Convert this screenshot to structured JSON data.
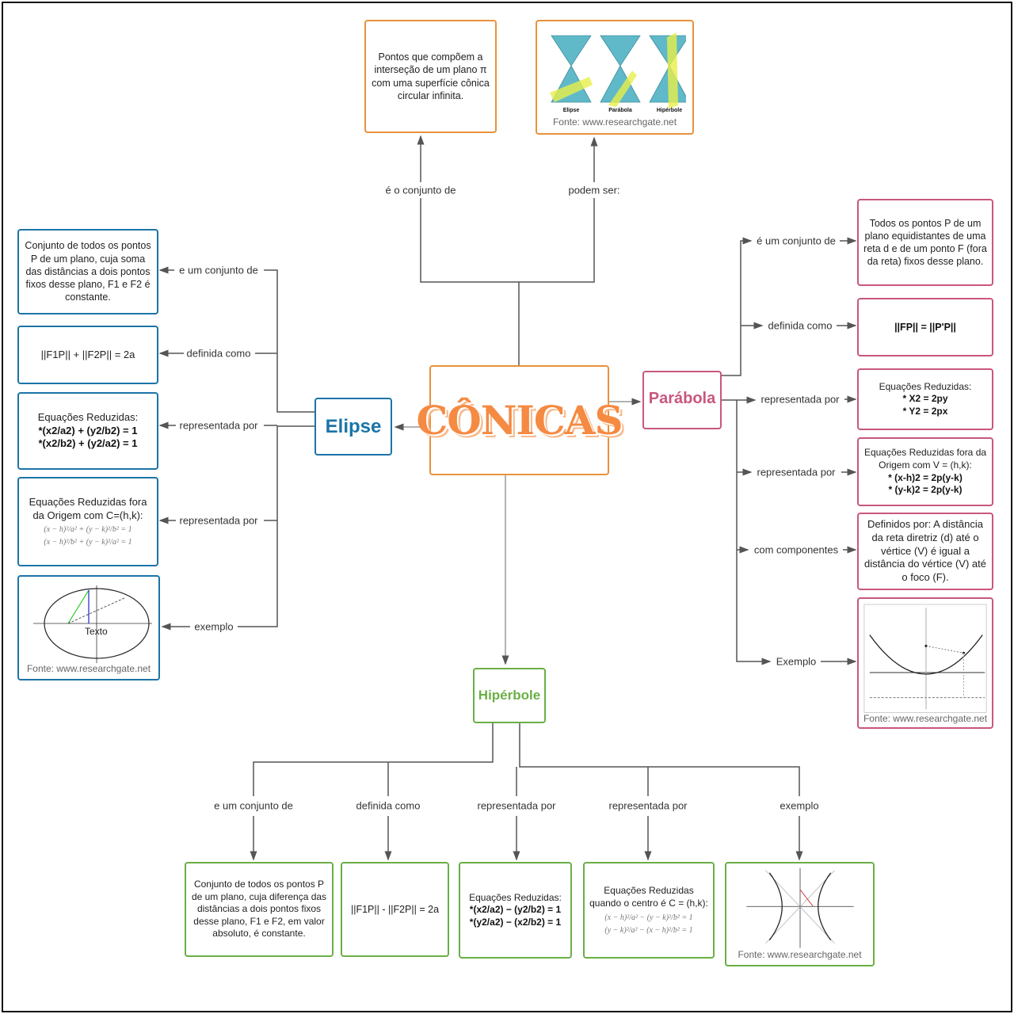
{
  "center": {
    "title": "CÔNICAS",
    "color": "#f58a42"
  },
  "top": {
    "label_left": "é o conjunto de",
    "label_right": "podem ser:",
    "definition": "Pontos que compõem a interseção de um plano π com uma superfície cônica circular infinita.",
    "image_captions": [
      "Elipse",
      "Parábola",
      "Hipérbole"
    ],
    "source": "Fonte: www.researchgate.net"
  },
  "elipse": {
    "title": "Elipse",
    "color": "#1b74a8",
    "labels": [
      "e um conjunto de",
      "definida como",
      "representada por",
      "representada por",
      "exemplo"
    ],
    "definition": "Conjunto de todos os pontos P de um plano, cuja soma das distâncias a dois pontos fixos desse plano, F1 e F2 é constante.",
    "formula": "||F1P|| + ||F2P|| = 2a",
    "eq_title": "Equações Reduzidas:",
    "eq": [
      "*(x2/a2) + (y2/b2) = 1",
      "*(x2/b2) + (y2/a2) = 1"
    ],
    "eq_off_title": "Equações Reduzidas fora da Origem com C=(h,k):",
    "eq_off": [
      "(x − h)²/a² + (y − k)²/b² = 1",
      "(x − h)²/b² + (y − k)²/a² = 1"
    ],
    "example_text": "Texto",
    "source": "Fonte: www.researchgate.net"
  },
  "parabola": {
    "title": "Parábola",
    "color": "#c9567f",
    "labels": [
      "é um conjunto de",
      "definida como",
      "representada por",
      "representada por",
      "com componentes",
      "Exemplo"
    ],
    "definition": "Todos os pontos P de um plano equidistantes de uma reta d e de um ponto F (fora da reta) fixos desse plano.",
    "formula": "||FP|| = ||P'P||",
    "eq_title": "Equações Reduzidas:",
    "eq": [
      "* X2 = 2py",
      "* Y2 = 2px"
    ],
    "eq_off_title": "Equações Reduzidas fora da Origem com V = (h,k):",
    "eq_off": [
      "* (x-h)2 = 2p(y-k)",
      "* (y-k)2 = 2p(y-k)"
    ],
    "components": "Definidos por: A distância da reta diretriz (d) até o vértice (V) é igual a distância do vértice (V) até o foco (F).",
    "source": "Fonte: www.researchgate.net"
  },
  "hiperbole": {
    "title": "Hipérbole",
    "color": "#6aaf45",
    "labels": [
      "e um conjunto de",
      "definida como",
      "representada por",
      "representada por",
      "exemplo"
    ],
    "definition": "Conjunto de todos os pontos P de um plano, cuja diferença das distâncias a dois pontos fixos desse plano, F1 e F2, em valor absoluto, é constante.",
    "formula": "||F1P|| - ||F2P|| = 2a",
    "eq_title": "Equações Reduzidas:",
    "eq": [
      "*(x2/a2) − (y2/b2) = 1",
      "*(y2/a2) − (x2/b2) = 1"
    ],
    "eq_off_title": "Equações Reduzidas quando o centro é C = (h,k):",
    "eq_off": [
      "(x − h)²/a² − (y − k)²/b² = 1",
      "(y − k)²/a² − (x − h)²/b² = 1"
    ],
    "source": "Fonte: www.researchgate.net"
  }
}
